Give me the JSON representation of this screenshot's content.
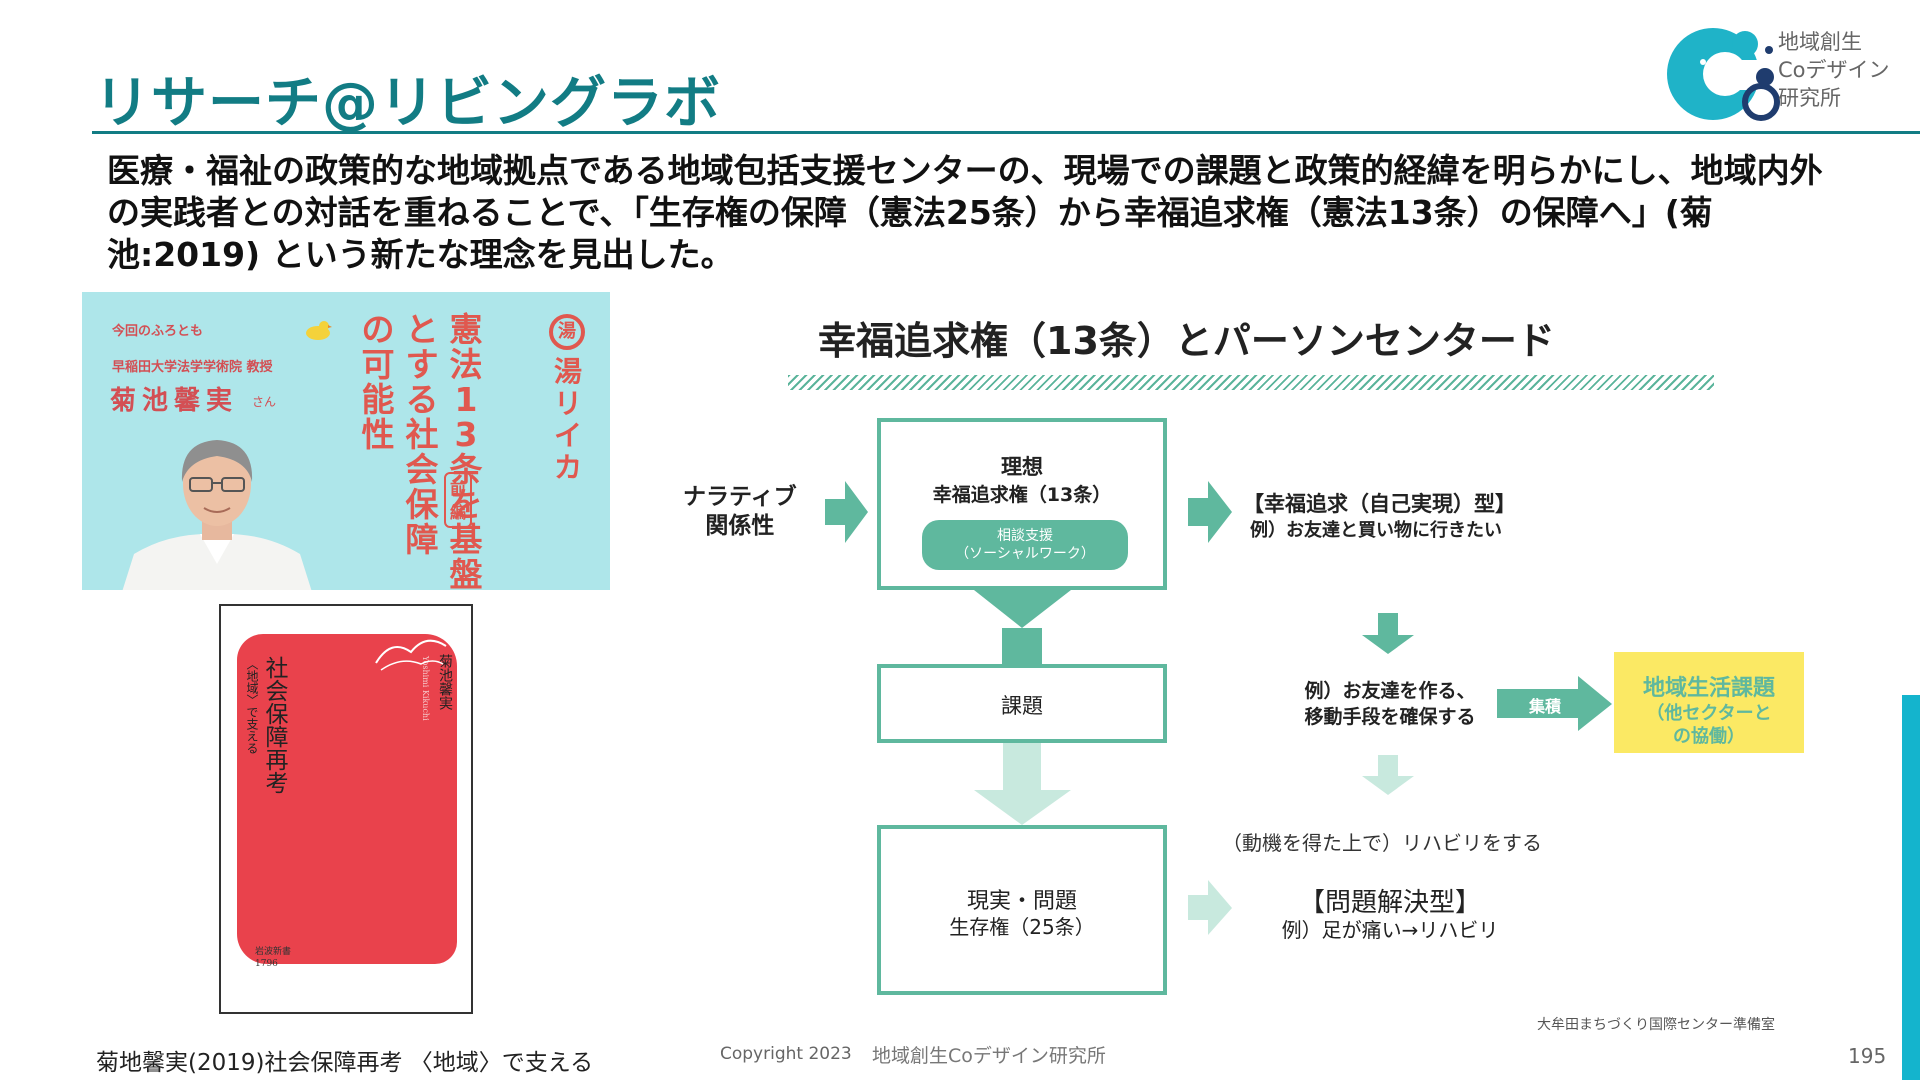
{
  "header": {
    "title": "リサーチ@リビングラボ",
    "logo_text": "地域創生\nCoデザイン\n研究所"
  },
  "intro": "医療・福祉の政策的な地域拠点である地域包括支援センターの、現場での課題と政策的経緯を明らかにし、地域内外の実践者との対話を重ねることで、「生存権の保障（憲法25条）から幸福追求権（憲法13条）の保障へ」(菊池:2019) という新たな理念を見出した。",
  "video": {
    "small_1": "今回のふろとも",
    "small_2": "早稲田大学法学学術院 教授",
    "guest_name": "菊池馨実",
    "guest_suffix": "さん",
    "col_1": "憲法13条を基盤",
    "col_2": "とする社会保障",
    "col_3": "の可能性",
    "badge": "前編",
    "logo_circle": "湯",
    "logo_col": "湯リイカ"
  },
  "book": {
    "author": "菊池馨実",
    "author_roman": "Yoshimi Kikuchi",
    "title": "社会保障再考",
    "subtitle": "〈地域〉で支える",
    "publisher": "岩波新書\n1796"
  },
  "caption": "菊地馨実(2019)社会保障再考 〈地域〉で支える",
  "diagram": {
    "title": "幸福追求権（13条）とパーソンセンタード",
    "narrative": "ナラティブ\n関係性",
    "ideal_label": "理想",
    "ideal_right": "幸福追求権（13条）",
    "pill_line1": "相談支援",
    "pill_line2": "（ソーシャルワーク）",
    "right_top_1": "【幸福追求（自己実現）型】",
    "right_top_2": "例）お友達と買い物に行きたい",
    "issue_label": "課題",
    "mid_right_1": "例）お友達を作る、",
    "mid_right_2": "移動手段を確保する",
    "accumulate": "集積",
    "yellow_1": "地域生活課題",
    "yellow_2": "（他セクターと",
    "yellow_3": "の協働）",
    "rehab": "（動機を得た上で）リハビリをする",
    "reality_1": "現実・問題",
    "reality_2": "生存権（25条）",
    "bottom_right_1": "【問題解決型】",
    "bottom_right_2": "例）足が痛い→リハビリ"
  },
  "footer": {
    "copyright": "Copyright 2023",
    "org": "地域創生Coデザイン研究所",
    "right": "大牟田まちづくり国際センター準備室",
    "page": "195"
  },
  "colors": {
    "title_teal": "#127c84",
    "diagram_green": "#5fb89e",
    "pale_green": "#c8e9de",
    "yellow": "#fbe964",
    "book_red": "#e9424c",
    "video_bg": "#aee6ea",
    "side_bar": "#14b4cd"
  }
}
